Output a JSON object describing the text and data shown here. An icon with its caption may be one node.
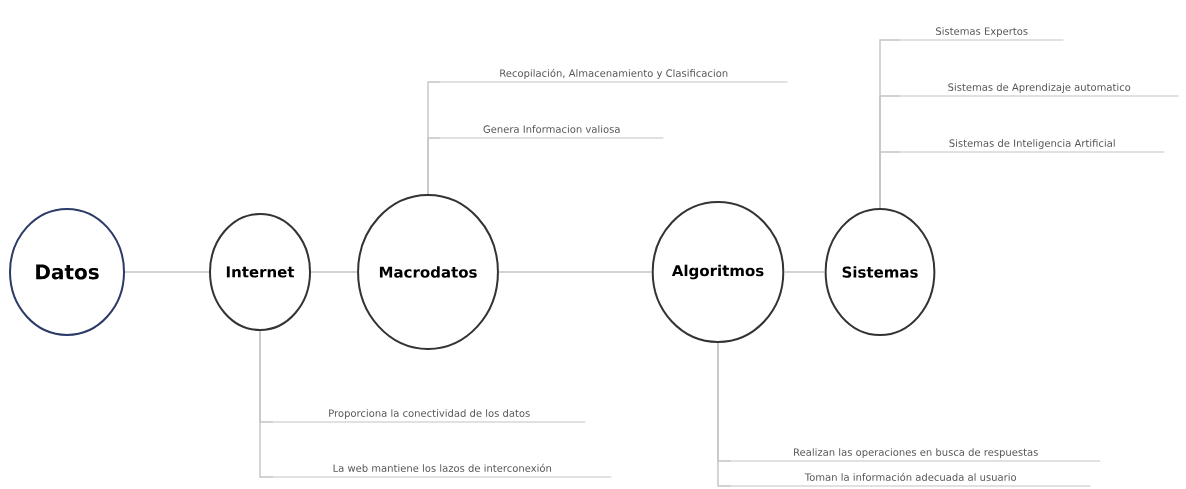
{
  "diagram": {
    "nodes": [
      {
        "text": [
          "Datos"
        ]
      },
      {
        "text": [
          "Internet"
        ]
      },
      {
        "text": [
          "Macrodatos"
        ]
      },
      {
        "text": [
          "Algoritmos"
        ]
      },
      {
        "text": [
          "Sistemas"
        ]
      },
      {
        "text": [
          "Recopilación, Almacenamiento y Clasificacion"
        ]
      },
      {
        "text": [
          "Genera Informacion valiosa"
        ]
      },
      {
        "text": [
          "Sistemas Expertos"
        ]
      },
      {
        "text": [
          "Sistemas de Aprendizaje automatico"
        ]
      },
      {
        "text": [
          "Sistemas de Inteligencia Artificial"
        ]
      },
      {
        "text": [
          "Proporciona la conectividad de los datos"
        ]
      },
      {
        "text": [
          "La web mantiene los lazos de interconexión"
        ]
      },
      {
        "text": [
          "Realizan las operaciones en busca de respuestas"
        ]
      },
      {
        "text": [
          "Toman la información adecuada al usuario"
        ]
      }
    ],
    "edges": [
      {
        "from": 0,
        "to": 1,
        "arrow": "none"
      },
      {
        "from": 1,
        "to": 2,
        "arrow": "none"
      },
      {
        "from": 2,
        "to": 3,
        "arrow": "none"
      },
      {
        "from": 3,
        "to": 4,
        "arrow": "none"
      },
      {
        "from": 2,
        "to": 5,
        "arrow": "none"
      },
      {
        "from": 2,
        "to": 6,
        "arrow": "none"
      },
      {
        "from": 4,
        "to": 7,
        "arrow": "none"
      },
      {
        "from": 4,
        "to": 8,
        "arrow": "none"
      },
      {
        "from": 4,
        "to": 9,
        "arrow": "none"
      },
      {
        "from": 1,
        "to": 10,
        "arrow": "none"
      },
      {
        "from": 1,
        "to": 11,
        "arrow": "none"
      },
      {
        "from": 3,
        "to": 12,
        "arrow": "none"
      },
      {
        "from": 3,
        "to": 13,
        "arrow": "none"
      }
    ]
  }
}
